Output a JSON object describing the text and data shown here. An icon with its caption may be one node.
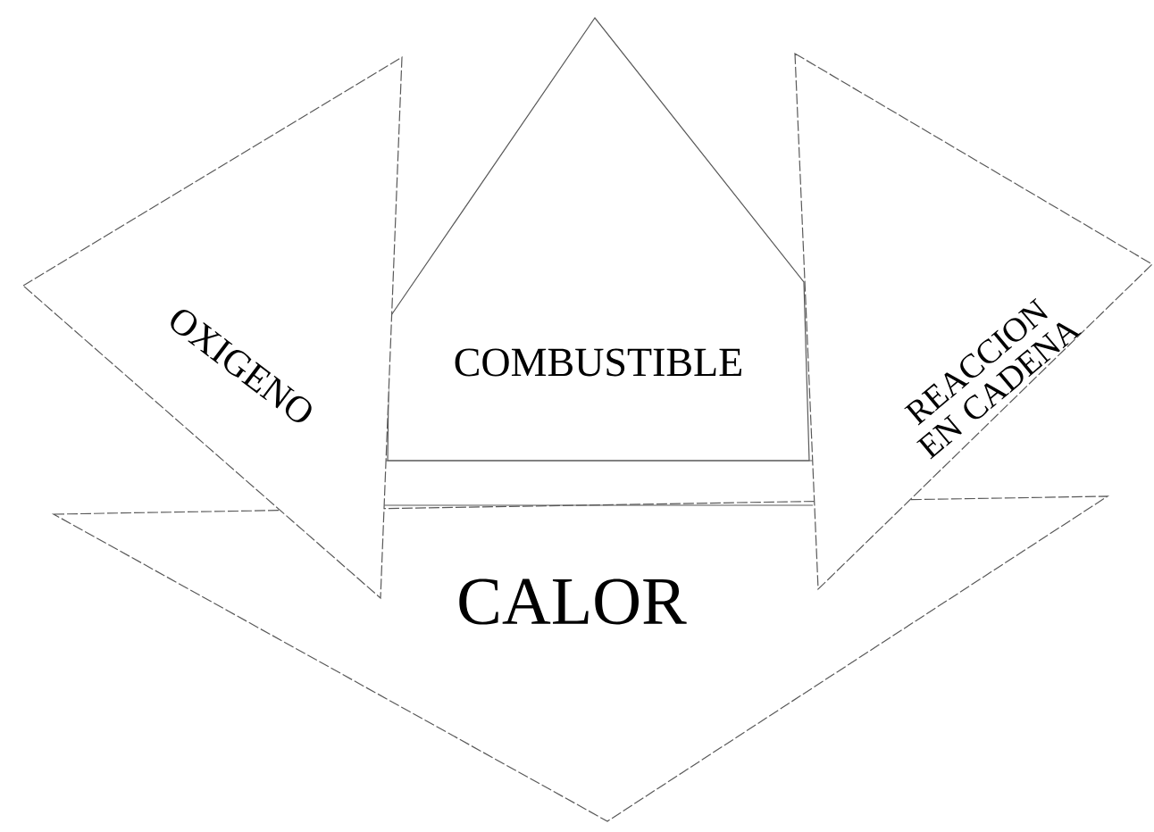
{
  "diagram": {
    "nodes": [
      {
        "text": [
          "OXIGENO"
        ]
      },
      {
        "text": [
          "COMBUSTIBLE"
        ]
      },
      {
        "text": [
          "REACCION EN CADENA"
        ]
      },
      {
        "text": [
          "CALOR"
        ]
      }
    ]
  }
}
